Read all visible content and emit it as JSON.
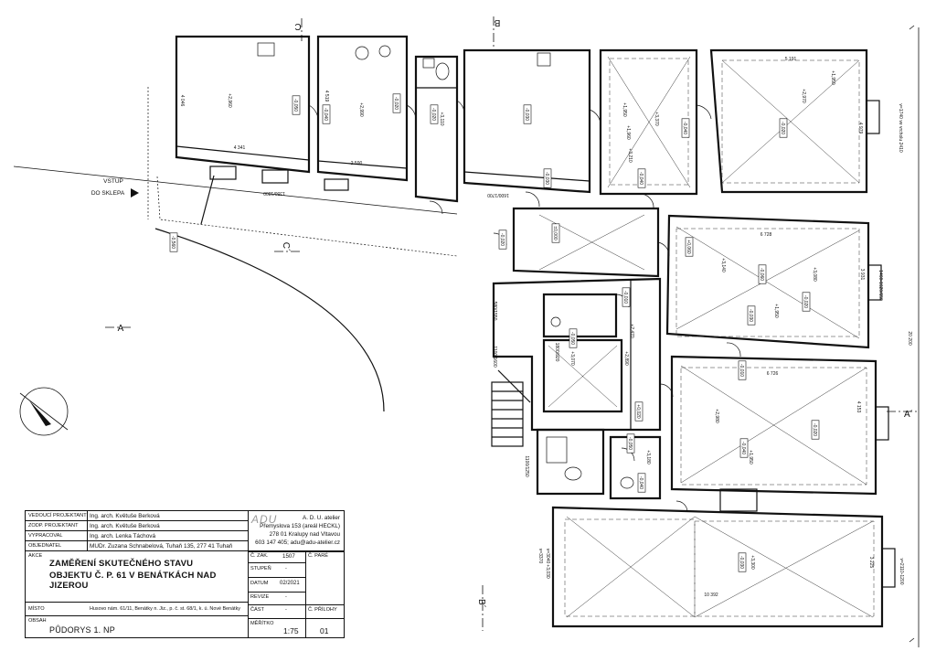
{
  "title_block": {
    "rows": [
      {
        "label": "VEDOUCÍ PROJEKTANT",
        "value": "Ing. arch. Květuše Berková"
      },
      {
        "label": "ZODP. PROJEKTANT",
        "value": "Ing. arch. Květuše Berková"
      },
      {
        "label": "VYPRACOVAL",
        "value": "Ing. arch. Lenka Táchová"
      },
      {
        "label": "OBJEDNATEL",
        "value": "MUDr. Zuzana Schnabelová, Tuhaň 135, 277 41 Tuhaň"
      }
    ],
    "akce_label": "AKCE",
    "akce_line1": "ZAMĚŘENÍ SKUTEČNÉHO STAVU",
    "akce_line2": "OBJEKTU Č. P. 61  V BENÁTKÁCH NAD JIZEROU",
    "misto_label": "MÍSTO",
    "misto_value": "Husovo nám. 61/11, Benátky n. Jiz., p. č. st. 68/1, k. ú. Nové Benátky",
    "obsah_label": "OBSAH",
    "obsah_value": "PŮDORYS 1. NP",
    "logo": "ADU",
    "atelier_lines": [
      "A. D. U. atelier",
      "Přemyslova 153 (areál HECKL)",
      "278 01 Kralupy nad Vltavou",
      "603 147 405; adu@adu-atelier.cz"
    ],
    "c_zak_label": "Č. ZAK.",
    "c_zak_value": "1507",
    "c_pare_label": "Č. PARÉ",
    "stupen_label": "STUPEŇ",
    "stupen_value": "-",
    "datum_label": "DATUM",
    "datum_value": "02/2021",
    "revize_label": "REVIZE",
    "revize_value": "-",
    "cast_label": "ČÁST",
    "cast_value": "-",
    "c_prilohy_label": "Č. PŘÍLOHY",
    "meritko_label": "MĚŘÍTKO",
    "meritko_value": "1:75",
    "priloha_value": "01"
  },
  "plan": {
    "entrance_label_line1": "VSTUP",
    "entrance_label_line2": "DO SKLEPA",
    "section_marks": [
      {
        "id": "sec-a-left",
        "text": "A"
      },
      {
        "id": "sec-a-right",
        "text": "A´"
      },
      {
        "id": "sec-b-top",
        "text": "B"
      },
      {
        "id": "sec-b-bottom",
        "text": "B´"
      },
      {
        "id": "sec-c-top",
        "text": "C"
      },
      {
        "id": "sec-c-mid",
        "text": "C´"
      }
    ],
    "dimensions": [
      {
        "id": "d1",
        "text": "4 046"
      },
      {
        "id": "d2",
        "text": "4 341"
      },
      {
        "id": "d3",
        "text": "4 519"
      },
      {
        "id": "d4",
        "text": "2 590"
      },
      {
        "id": "d5",
        "text": "5 191"
      },
      {
        "id": "d6",
        "text": "4 979"
      },
      {
        "id": "d7",
        "text": "6 728"
      },
      {
        "id": "d8",
        "text": "3 931"
      },
      {
        "id": "d9",
        "text": "6 726"
      },
      {
        "id": "d10",
        "text": "4 153"
      },
      {
        "id": "d11",
        "text": "10 392"
      },
      {
        "id": "d12",
        "text": "3 225"
      },
      {
        "id": "d13",
        "text": "20 200"
      },
      {
        "id": "d14",
        "text": "1350/1800"
      },
      {
        "id": "d15",
        "text": "1600/1700"
      },
      {
        "id": "d16",
        "text": "580/1550"
      },
      {
        "id": "d17",
        "text": "1100/1600"
      },
      {
        "id": "d18",
        "text": "1800/920"
      },
      {
        "id": "d19",
        "text": "1100/1250"
      },
      {
        "id": "d20",
        "text": "1460-1620/650"
      },
      {
        "id": "d21",
        "text": "v=2110-1200"
      },
      {
        "id": "d22",
        "text": "v=1740  ve vrcholu  2410"
      },
      {
        "id": "d23",
        "text": "v=3370"
      },
      {
        "id": "d24",
        "text": "v=3040"
      }
    ],
    "levels": [
      {
        "id": "l1",
        "text": "-0,560"
      },
      {
        "id": "l2",
        "text": "-0,050"
      },
      {
        "id": "l3",
        "text": "-0,040"
      },
      {
        "id": "l4",
        "text": "-0,020"
      },
      {
        "id": "l5",
        "text": "-0,020"
      },
      {
        "id": "l6",
        "text": "-0,030"
      },
      {
        "id": "l7",
        "text": "-0,030"
      },
      {
        "id": "l8",
        "text": "-0,040"
      },
      {
        "id": "l9",
        "text": "±0,000"
      },
      {
        "id": "l10",
        "text": "+0,060"
      },
      {
        "id": "l11",
        "text": "-0,060"
      },
      {
        "id": "l12",
        "text": "-0,020"
      },
      {
        "id": "l13",
        "text": "-0,030"
      },
      {
        "id": "l14",
        "text": "-0,040"
      },
      {
        "id": "l15",
        "text": "-0,020"
      },
      {
        "id": "l16",
        "text": "-0,010"
      },
      {
        "id": "l17",
        "text": "+0,020"
      },
      {
        "id": "l18",
        "text": "-0,050"
      },
      {
        "id": "l19",
        "text": "-0,010"
      },
      {
        "id": "l20",
        "text": "-0,040"
      },
      {
        "id": "l21",
        "text": "-0,020"
      },
      {
        "id": "l22",
        "text": "-0,050"
      },
      {
        "id": "l23",
        "text": "-0,040"
      },
      {
        "id": "l24",
        "text": "-0,030"
      },
      {
        "id": "l25",
        "text": "-0,020"
      }
    ],
    "heights": [
      {
        "id": "h1",
        "text": "+2,960"
      },
      {
        "id": "h2",
        "text": "+2,990"
      },
      {
        "id": "h3",
        "text": "+3,110"
      },
      {
        "id": "h4",
        "text": "+1,950"
      },
      {
        "id": "h5",
        "text": "+3,370"
      },
      {
        "id": "h6",
        "text": "+3,210"
      },
      {
        "id": "h7",
        "text": "+1,960"
      },
      {
        "id": "h8",
        "text": "+2,970"
      },
      {
        "id": "h9",
        "text": "+1,950"
      },
      {
        "id": "h10",
        "text": "+3,140"
      },
      {
        "id": "h11",
        "text": "+3,080"
      },
      {
        "id": "h12",
        "text": "+1,950"
      },
      {
        "id": "h13",
        "text": "+3,300"
      },
      {
        "id": "h14",
        "text": "+3,030"
      },
      {
        "id": "h15",
        "text": "+1,950"
      },
      {
        "id": "h16",
        "text": "+2,980"
      },
      {
        "id": "h17",
        "text": "+3,180"
      },
      {
        "id": "h18",
        "text": "+2,470"
      },
      {
        "id": "h19",
        "text": "+3,070"
      },
      {
        "id": "h20",
        "text": "+2,890"
      }
    ]
  }
}
